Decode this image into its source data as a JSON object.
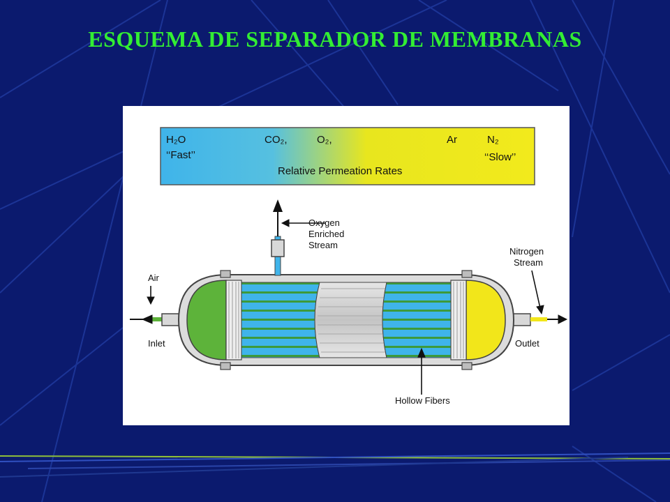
{
  "slide": {
    "title": "ESQUEMA DE SEPARADOR DE MEMBRANAS",
    "title_color": "#33ee33",
    "background_color": "#0b1a6e"
  },
  "permeation_bar": {
    "caption": "Relative Permeation Rates",
    "fast_label": "‘‘Fast’’",
    "slow_label": "‘‘Slow’’",
    "gases": {
      "h2o": "H₂O",
      "co2": "CO₂,",
      "o2": "O₂,",
      "ar": "Ar",
      "n2": "N₂"
    },
    "gradient_colors": [
      "#3fb4ea",
      "#f2ea1c"
    ]
  },
  "separator": {
    "air_label": "Air",
    "inlet_label": "Inlet",
    "oxygen_line1": "Oxygen",
    "oxygen_line2": "Enriched",
    "oxygen_line3": "Stream",
    "nitrogen_line1": "Nitrogen",
    "nitrogen_line2": "Stream",
    "outlet_label": "Outlet",
    "hollow_fibers_label": "Hollow Fibers",
    "colors": {
      "inlet_cap": "#5db33a",
      "outlet_cap": "#f2e61a",
      "fiber_blue": "#3fb4ea",
      "fiber_green": "#3d9a3a",
      "shell": "#9a9a9a"
    }
  }
}
